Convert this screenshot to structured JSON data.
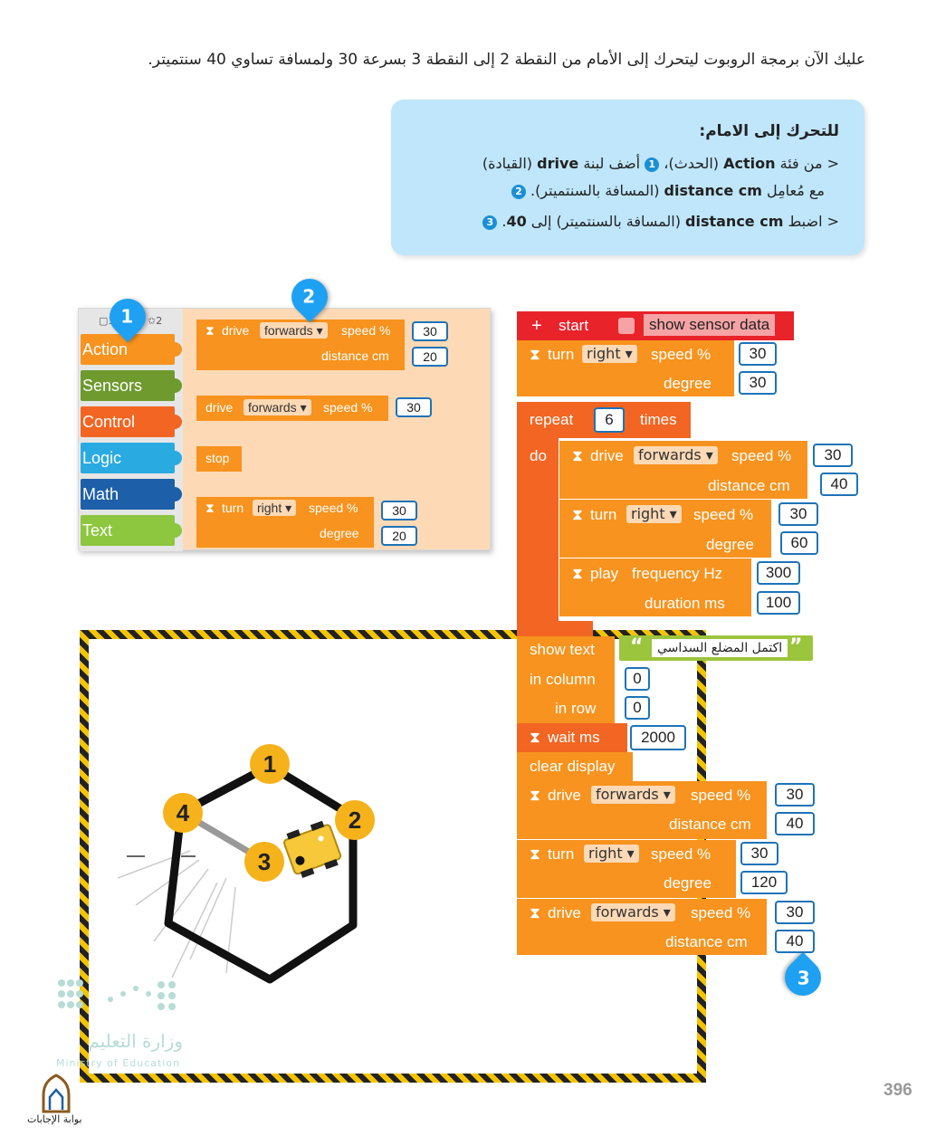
{
  "intro": "عليك الآن برمجة الروبوت ليتحرك إلى الأمام من النقطة 2 إلى النقطة 3 بسرعة 30 ولمسافة تساوي 40 سنتميتر.",
  "callout": {
    "title": "للتحرك إلى الامام:",
    "line1_a": "< من فئة ",
    "line1_b": "Action",
    "line1_c": " (الحدث)، ",
    "line1_d": " أضف لبنة ",
    "line1_e": "drive",
    "line1_f": " (القيادة)",
    "line2_a": "مع مُعامِل ",
    "line2_b": "distance cm",
    "line2_c": " (المسافة بالسنتميتر). ",
    "line3_a": "< اضبط ",
    "line3_b": "distance cm",
    "line3_c": " (المسافة بالسنتميتر) إلى ",
    "line3_d": "40",
    "line3_e": ". ",
    "n1": "1",
    "n2": "2",
    "n3": "3"
  },
  "palette": {
    "toolbar_a": "▢1",
    "toolbar_b": "✩2",
    "categories": [
      {
        "label": "Action",
        "color": "#f7931e"
      },
      {
        "label": "Sensors",
        "color": "#6e9a2e"
      },
      {
        "label": "Control",
        "color": "#f26522"
      },
      {
        "label": "Logic",
        "color": "#29abe2"
      },
      {
        "label": "Math",
        "color": "#1d5fa8"
      },
      {
        "label": "Text",
        "color": "#8dc63f"
      }
    ],
    "blocks": {
      "drive1": {
        "drive": "drive",
        "dir": "forwards",
        "speed": "speed %",
        "speed_val": "30",
        "dist": "distance cm",
        "dist_val": "20"
      },
      "drive2": {
        "drive": "drive",
        "dir": "forwards",
        "speed": "speed %",
        "speed_val": "30"
      },
      "stop": "stop",
      "turn": {
        "turn": "turn",
        "dir": "right",
        "speed": "speed %",
        "speed_val": "30",
        "degree": "degree",
        "degree_val": "20"
      }
    }
  },
  "pins": {
    "p1": "1",
    "p2": "2",
    "p3": "3"
  },
  "program": {
    "start": "start",
    "show_sensor": "show sensor data",
    "turn1": {
      "turn": "turn",
      "dir": "right",
      "speed": "speed %",
      "speed_val": "30",
      "degree": "degree",
      "degree_val": "30"
    },
    "repeat": "repeat",
    "repeat_val": "6",
    "times": "times",
    "do": "do",
    "drive_in": {
      "drive": "drive",
      "dir": "forwards",
      "speed": "speed %",
      "speed_val": "30",
      "dist": "distance cm",
      "dist_val": "40"
    },
    "turn_in": {
      "turn": "turn",
      "dir": "right",
      "speed": "speed %",
      "speed_val": "30",
      "degree": "degree",
      "degree_val": "60"
    },
    "play": {
      "play": "play",
      "freq": "frequency Hz",
      "freq_val": "300",
      "dur": "duration ms",
      "dur_val": "100"
    },
    "show_text": "show text",
    "text_val": "اكتمل المضلع السداسي",
    "in_column": "in column",
    "col_val": "0",
    "in_row": "in row",
    "row_val": "0",
    "wait": "wait ms",
    "wait_val": "2000",
    "clear": "clear display",
    "drive2": {
      "drive": "drive",
      "dir": "forwards",
      "speed": "speed %",
      "speed_val": "30",
      "dist": "distance cm",
      "dist_val": "40"
    },
    "turn2": {
      "turn": "turn",
      "dir": "right",
      "speed": "speed %",
      "speed_val": "30",
      "degree": "degree",
      "degree_val": "120"
    },
    "drive3": {
      "drive": "drive",
      "dir": "forwards",
      "speed": "speed %",
      "speed_val": "30",
      "dist": "distance cm",
      "dist_val": "40"
    }
  },
  "hexagon_points": [
    "1",
    "2",
    "3",
    "4"
  ],
  "ministry": {
    "ar": "وزارة التعليم",
    "en": "Ministry of Education"
  },
  "site": "بوابة الإجابات",
  "page_number": "396"
}
